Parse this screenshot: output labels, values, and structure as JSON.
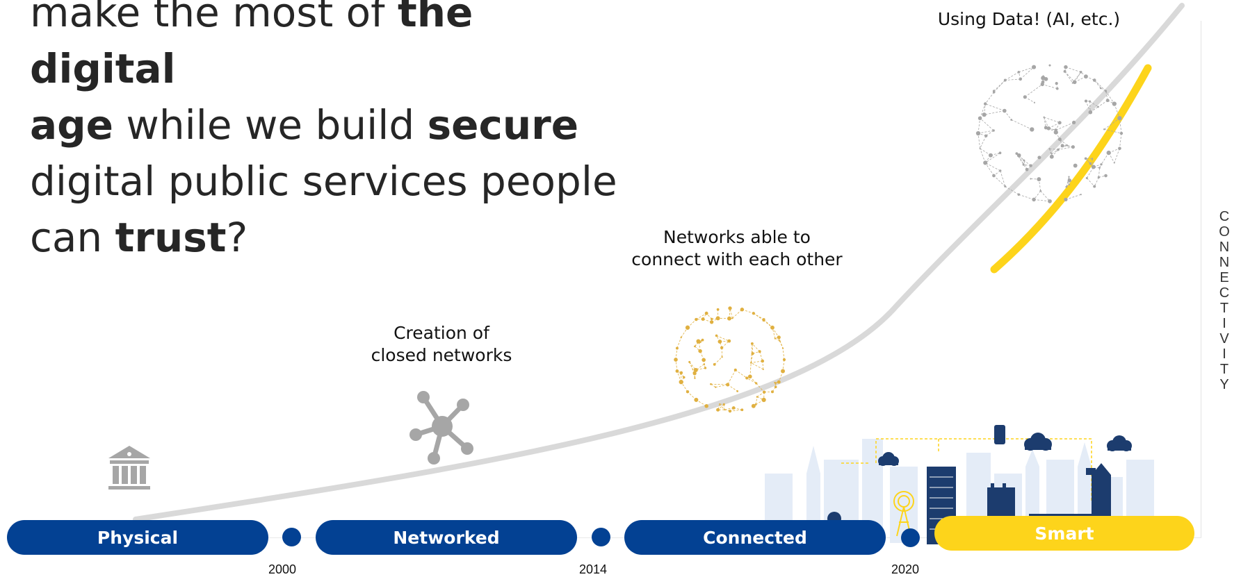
{
  "headline": {
    "p1": "make the most of ",
    "b1": "the digital",
    "b2": "age",
    "p2": " while we build ",
    "b3": "secure",
    "p3": "digital public services people",
    "p4": "can ",
    "b4": "trust",
    "p5": "?"
  },
  "annotations": {
    "data": "Using Data! (AI, etc.)",
    "connected_line1": "Networks able to",
    "connected_line2": "connect with each other",
    "networked_line1": "Creation of",
    "networked_line2": "closed networks"
  },
  "axis_label": [
    "C",
    "O",
    "N",
    "N",
    "E",
    "C",
    "T",
    "I",
    "V",
    "I",
    "T",
    "Y"
  ],
  "stages": [
    {
      "label": "Physical",
      "color": "#034193"
    },
    {
      "label": "Networked",
      "color": "#034193"
    },
    {
      "label": "Connected",
      "color": "#034193"
    },
    {
      "label": "Smart",
      "color": "#FDD41B"
    }
  ],
  "years": [
    "2000",
    "2014",
    "2020"
  ],
  "icons": {
    "physical": "institution-building-icon",
    "networked": "network-hub-icon",
    "connected": "connected-globe-icon",
    "smart": "data-globe-icon",
    "city": "smart-city-skyline-icon"
  },
  "colors": {
    "navy": "#034193",
    "yellow": "#FDD41B",
    "curve": "#D9D9D9",
    "icon_gray": "#A6A6A6",
    "gold": "#E0B040"
  }
}
